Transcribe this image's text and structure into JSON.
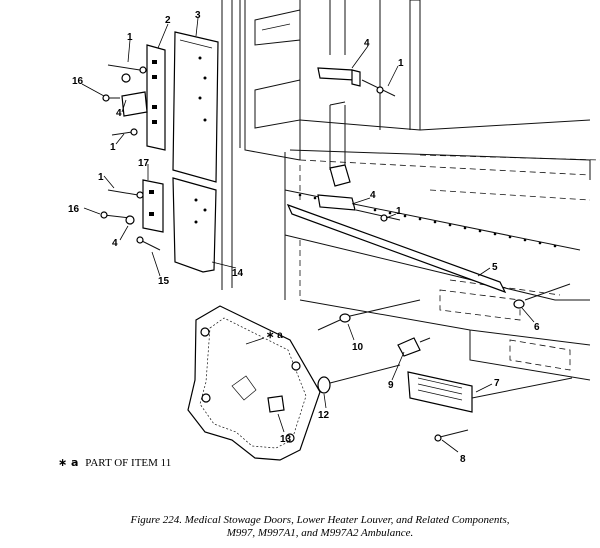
{
  "figure": {
    "caption_line1": "Figure 224.  Medical Stowage Doors, Lower Heater Louver, and Related Components,",
    "caption_line2": "M997, M997A1, and M997A2 Ambulance."
  },
  "note": {
    "marker": "∗ a",
    "text": "PART OF ITEM 11"
  },
  "callouts": [
    {
      "id": "c1a",
      "label": "1"
    },
    {
      "id": "c2",
      "label": "2"
    },
    {
      "id": "c3",
      "label": "3"
    },
    {
      "id": "c16a",
      "label": "16"
    },
    {
      "id": "c4a",
      "label": "4"
    },
    {
      "id": "c1b",
      "label": "1"
    },
    {
      "id": "c17",
      "label": "17"
    },
    {
      "id": "c1c",
      "label": "1"
    },
    {
      "id": "c16b",
      "label": "16"
    },
    {
      "id": "c4b",
      "label": "4"
    },
    {
      "id": "c15",
      "label": "15"
    },
    {
      "id": "c14",
      "label": "14"
    },
    {
      "id": "c4c",
      "label": "4"
    },
    {
      "id": "c1d",
      "label": "1"
    },
    {
      "id": "c4d",
      "label": "4"
    },
    {
      "id": "c1e",
      "label": "1"
    },
    {
      "id": "c5",
      "label": "5"
    },
    {
      "id": "c6",
      "label": "6"
    },
    {
      "id": "c10",
      "label": "10"
    },
    {
      "id": "ca",
      "label": "∗ a"
    },
    {
      "id": "c9",
      "label": "9"
    },
    {
      "id": "c7",
      "label": "7"
    },
    {
      "id": "c12",
      "label": "12"
    },
    {
      "id": "c13",
      "label": "13"
    },
    {
      "id": "c8",
      "label": "8"
    }
  ]
}
